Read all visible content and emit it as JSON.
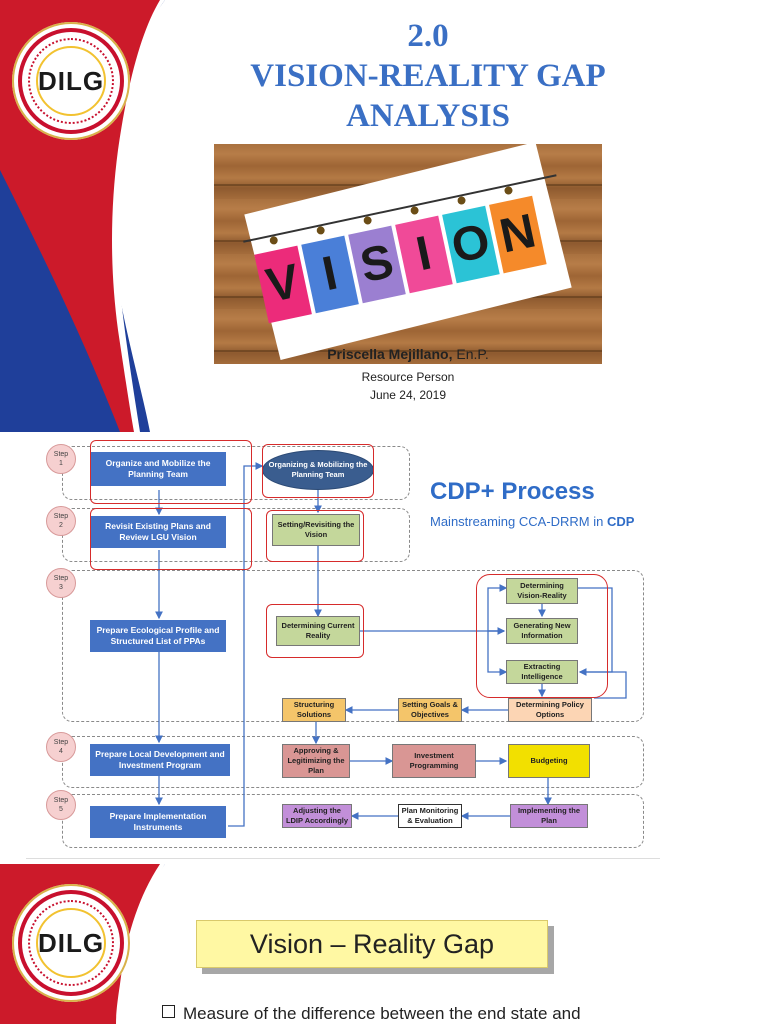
{
  "slide1": {
    "seal_text": "DILG",
    "title_lines": [
      "2.0",
      "VISION-REALITY GAP",
      "ANALYSIS"
    ],
    "image_letters": [
      "V",
      "I",
      "S",
      "I",
      "O",
      "N"
    ],
    "author_name": "Priscella Mejillano,",
    "author_cred": " En.P.",
    "role": "Resource Person",
    "date": "June 24, 2019"
  },
  "slide2": {
    "heading": "CDP+ Process",
    "subheading_pre": "Mainstreaming CCA-DRRM in ",
    "subheading_bold": "CDP",
    "steps": [
      "Step\n1",
      "Step\n2",
      "Step\n3",
      "Step\n4",
      "Step\n5"
    ],
    "left_boxes": [
      "Organize and Mobilize the Planning Team",
      "Revisit Existing Plans and Review LGU Vision",
      "Prepare Ecological Profile and Structured List of PPAs",
      "Prepare Local Development and Investment Program",
      "Prepare Implementation Instruments"
    ],
    "nodes": {
      "organizing": "Organizing & Mobilizing the Planning Team",
      "setting_vision": "Setting/Revisiting the Vision",
      "current_reality": "Determining Current Reality",
      "vision_reality": "Determining Vision-Reality",
      "new_info": "Generating New Information",
      "intelligence": "Extracting Intelligence",
      "policy_options": "Determining Policy Options",
      "goals": "Setting Goals & Objectives",
      "solutions": "Structuring Solutions",
      "approving": "Approving & Legitimizing the Plan",
      "investment": "Investment Programming",
      "budgeting": "Budgeting",
      "implementing": "Implementing the Plan",
      "monitoring": "Plan Monitoring & Evaluation",
      "adjusting": "Adjusting the LDIP Accordingly"
    },
    "colors": {
      "blue": "#4472c4",
      "green": "#c4d79b",
      "orange": "#f4c56a",
      "rose": "#d99694",
      "yellow": "#f2e000",
      "purple": "#c28fd9",
      "navy_oval": "#3a5d8f"
    }
  },
  "slide3": {
    "seal_text": "DILG",
    "title": "Vision – Reality Gap",
    "bullet": "Measure of the difference between the end state and"
  }
}
